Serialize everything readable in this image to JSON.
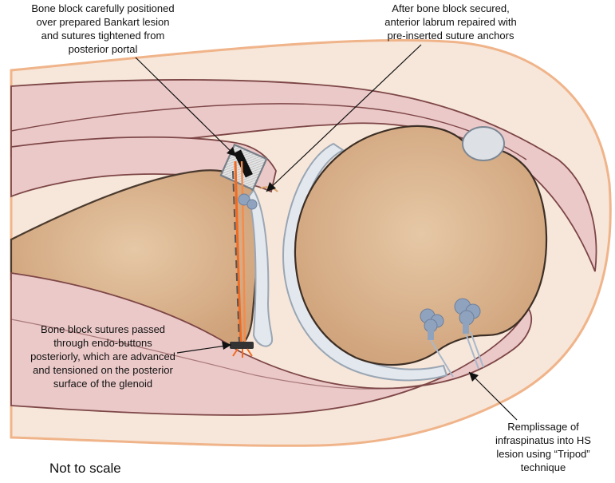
{
  "labels": {
    "bone_block": [
      "Bone block carefully positioned",
      "over prepared Bankart lesion",
      "and sutures tightened from",
      "posterior portal"
    ],
    "labrum": [
      "After bone block secured,",
      "anterior labrum repaired with",
      "pre-inserted suture anchors"
    ],
    "sutures": [
      "Bone block sutures passed",
      "through endo-buttons",
      "posteriorly, which are advanced",
      "and tensioned on the posterior",
      "surface of the glenoid"
    ],
    "remplissage": [
      "Remplissage of",
      "infraspinatus into HS",
      "lesion using “Tripod”",
      "technique"
    ],
    "scale_note": "Not to scale"
  },
  "colors": {
    "skin_outline": "#f0b48a",
    "subcutaneous_fill": "#f7e7da",
    "muscle_fill": "#ecc9c9",
    "muscle_outline": "#6b3a3a",
    "bone_fill": "#d7b08a",
    "bone_outline": "#4a3a2e",
    "cartilage": "#c9d1d9",
    "suture": "#f26a21",
    "anchor": "#8fa3bf",
    "endo_button": "#333333",
    "leader": "#111111"
  },
  "icons": {
    "bone_block": "bone-block-graft",
    "endo_button": "endo-button",
    "suture_anchor": "suture-anchor"
  }
}
